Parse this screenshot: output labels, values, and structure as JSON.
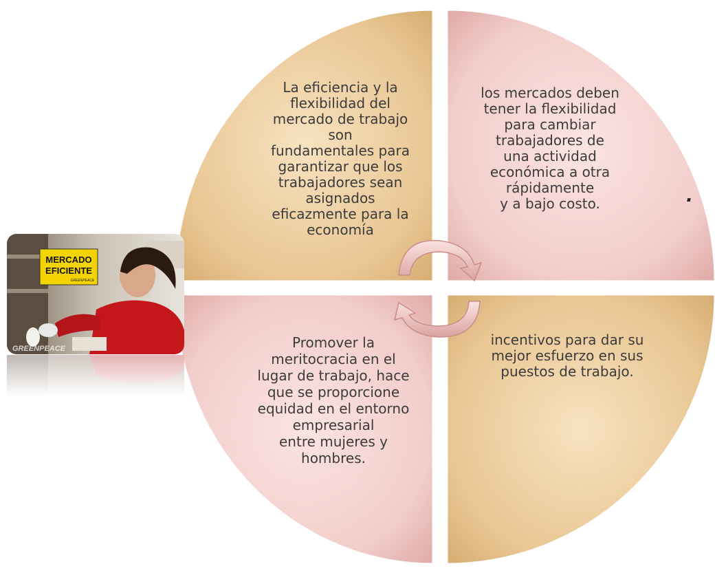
{
  "quadrants": {
    "top_left": {
      "text": "La eficiencia y la\nflexibilidad del\nmercado de trabajo\nson\nfundamentales para\ngarantizar que los\ntrabajadores sean\nasignados\neficazmente para la\neconomía",
      "fill": "#e9c896"
    },
    "top_right": {
      "text": "los mercados  deben\ntener la  flexibilidad\npara  cambiar\ntrabajadores de\nuna actividad\neconómica a otra\nrápidamente\ny a bajo costo.",
      "fill": "#f2cfcc"
    },
    "bottom_left": {
      "text": "Promover la\nmeritocracia en el\nlugar de trabajo,  hace\nque se  proporcione\nequidad  en el entorno\nempresarial\nentre mujeres y\nhombres.",
      "fill": "#f2cfcc"
    },
    "bottom_right": {
      "text": "incentivos  para dar su\nmejor esfuerzo en sus\npuestos de trabajo.",
      "fill": "#e9c896"
    }
  },
  "marks": {
    "dot": "."
  },
  "photo": {
    "sign_line1": "MERCADO",
    "sign_line2": "EFICIENTE",
    "sign_small": "GREENPEACE",
    "watermark": "GREENPEACE"
  },
  "colors": {
    "tan_quadrant": "#e9c896",
    "pink_quadrant": "#f2cfcc",
    "arrow": "#e8b9b6",
    "border": "#ffffff"
  }
}
